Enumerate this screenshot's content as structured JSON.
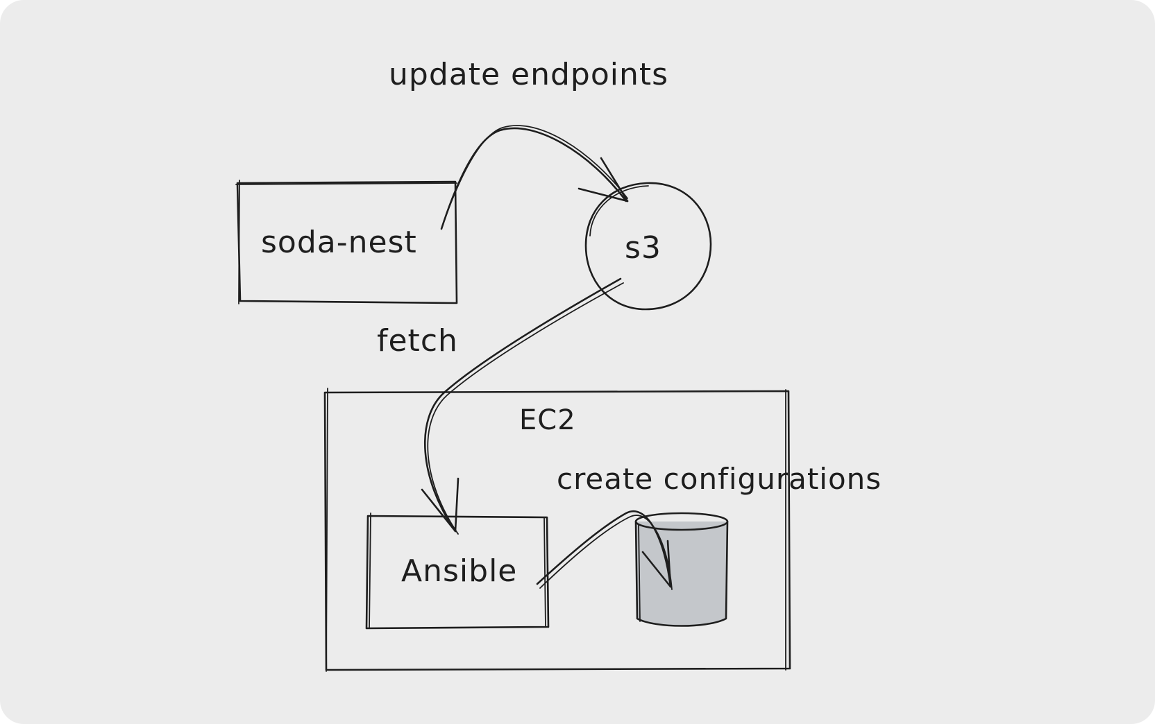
{
  "labels": {
    "update_endpoints": "update endpoints",
    "soda_nest": "soda-nest",
    "s3": "s3",
    "fetch": "fetch",
    "ec2": "EC2",
    "create_configurations": "create configurations",
    "ansible": "Ansible"
  },
  "colors": {
    "background": "#ececec",
    "stroke": "#1e1e1e",
    "storage_fill": "#c4c7cb"
  }
}
